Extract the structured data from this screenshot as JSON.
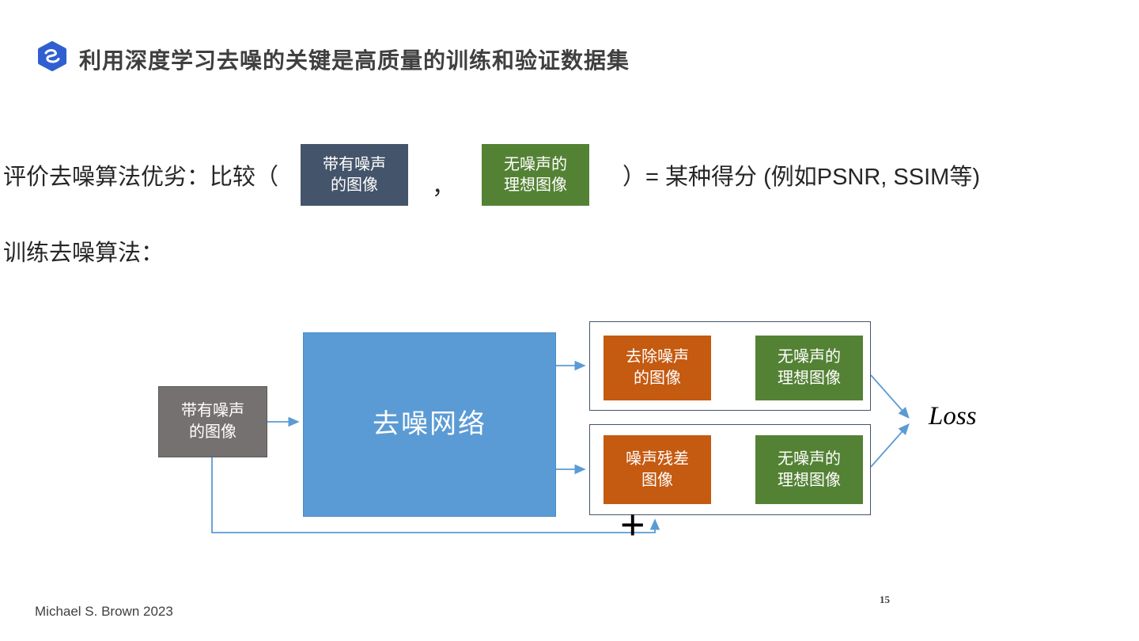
{
  "header": {
    "title": "利用深度学习去噪的关键是高质量的训练和验证数据集"
  },
  "body": {
    "line1": {
      "prefix": "评价去噪算法优劣：比较（",
      "noisy_box": "带有噪声\n的图像",
      "comma": "，",
      "clean_box": "无噪声的\n理想图像",
      "suffix": "）= 某种得分 (例如PSNR, SSIM等)"
    },
    "line2": "训练去噪算法："
  },
  "diagram": {
    "noisy_input": "带有噪声\n的图像",
    "network": "去噪网络",
    "denoised": "去除噪声\n的图像",
    "ideal_top": "无噪声的\n理想图像",
    "residual": "噪声残差\n图像",
    "ideal_bottom": "无噪声的\n理想图像",
    "loss": "Loss",
    "plus": "+"
  },
  "footer": {
    "author": "Michael S. Brown 2023",
    "page": "15"
  },
  "colors": {
    "accent_blue": "#5B9BD5",
    "dark_slate": "#44546A",
    "green": "#548235",
    "orange": "#C55A11",
    "gray": "#767171",
    "logo_blue": "#2F5FD0",
    "title_text": "#3F3F3F"
  }
}
